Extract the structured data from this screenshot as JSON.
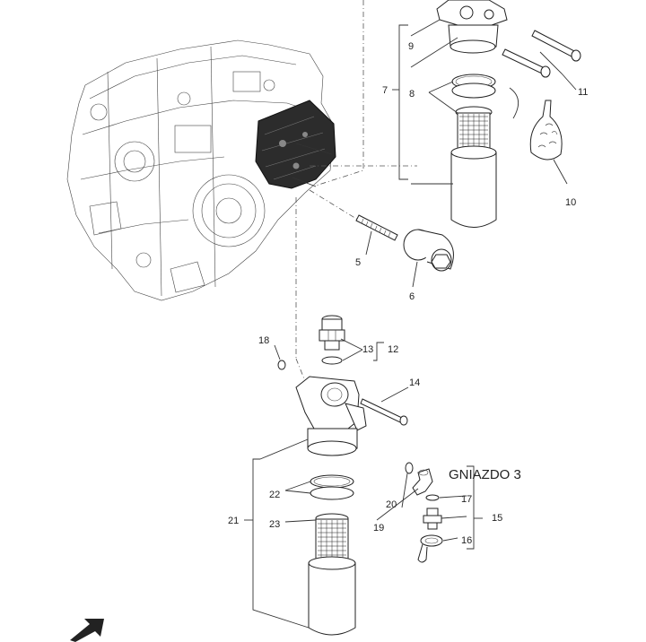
{
  "socket_title": "GNIAZDO 3",
  "callouts": {
    "c5": "5",
    "c6": "6",
    "c7": "7",
    "c8": "8",
    "c9": "9",
    "c10": "10",
    "c11": "11",
    "c12": "12",
    "c13": "13",
    "c14": "14",
    "c15": "15",
    "c16": "16",
    "c17": "17",
    "c18": "18",
    "c19": "19",
    "c20": "20",
    "c21": "21",
    "c22": "22",
    "c23": "23"
  }
}
